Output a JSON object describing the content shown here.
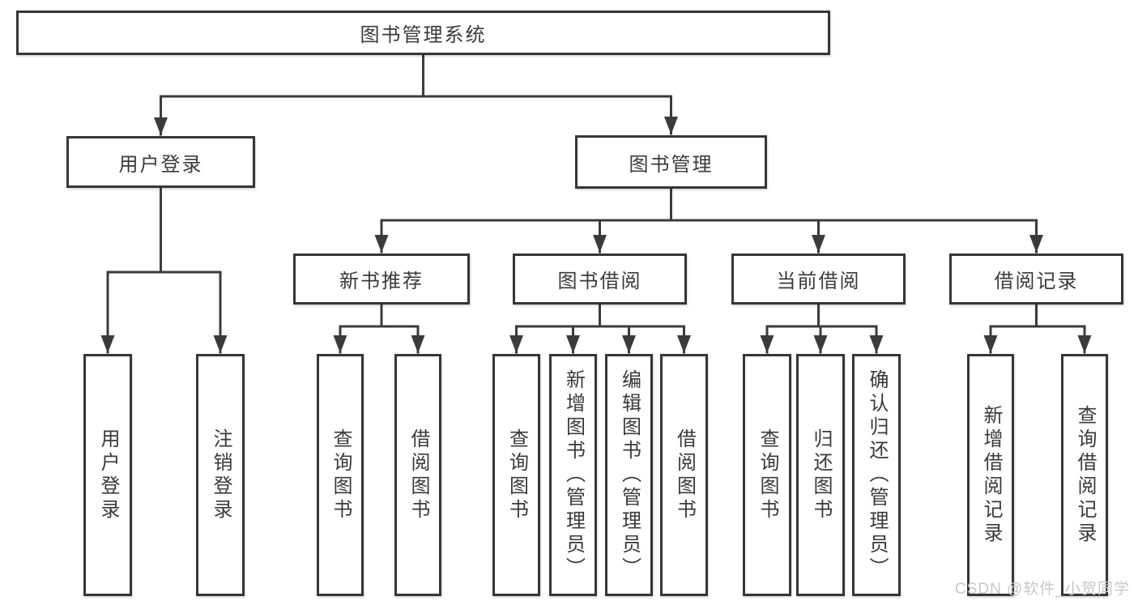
{
  "diagram_title": "图书管理系统",
  "watermark": "CSDN @软件_小贺同学",
  "colors": {
    "line": "#3b3b3b",
    "border": "#363636",
    "text": "#3a3a3a",
    "watermark": "#c7c7cb",
    "background": "#ffffff"
  },
  "tree": {
    "root": "图书管理系统",
    "branches": [
      {
        "label": "用户登录",
        "children": [
          {
            "label": "用户登录"
          },
          {
            "label": "注销登录"
          }
        ]
      },
      {
        "label": "图书管理",
        "children": [
          {
            "label": "新书推荐",
            "children": [
              {
                "label": "查询图书"
              },
              {
                "label": "借阅图书"
              }
            ]
          },
          {
            "label": "图书借阅",
            "children": [
              {
                "label": "查询图书"
              },
              {
                "label": "新增图书（管理员）"
              },
              {
                "label": "编辑图书（管理员）"
              },
              {
                "label": "借阅图书"
              }
            ]
          },
          {
            "label": "当前借阅",
            "children": [
              {
                "label": "查询图书"
              },
              {
                "label": "归还图书"
              },
              {
                "label": "确认归还（管理员）"
              }
            ]
          },
          {
            "label": "借阅记录",
            "children": [
              {
                "label": "新增借阅记录"
              },
              {
                "label": "查询借阅记录"
              }
            ]
          }
        ]
      }
    ]
  }
}
